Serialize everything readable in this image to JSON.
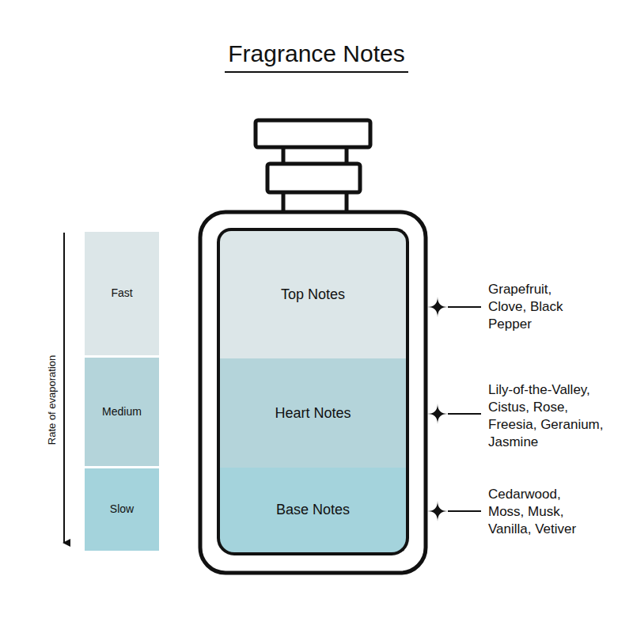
{
  "diagram": {
    "title": "Fragrance Notes",
    "nodes": [
      {
        "text": [
          "Fast"
        ]
      },
      {
        "text": [
          "Medium"
        ]
      },
      {
        "text": [
          "Slow"
        ]
      },
      {
        "text": [
          "Top Notes"
        ]
      },
      {
        "text": [
          "Heart Notes"
        ]
      },
      {
        "text": [
          "Base Notes"
        ]
      }
    ],
    "labels": [
      "Rate of evaporation",
      "Grapefruit, Clove, Black Pepper",
      "Lily-of-the-Valley, Cistus, Rose, Freesia, Geranium, Jasmine",
      "Cedarwood, Moss, Musk, Vanilla, Vetiver"
    ]
  }
}
